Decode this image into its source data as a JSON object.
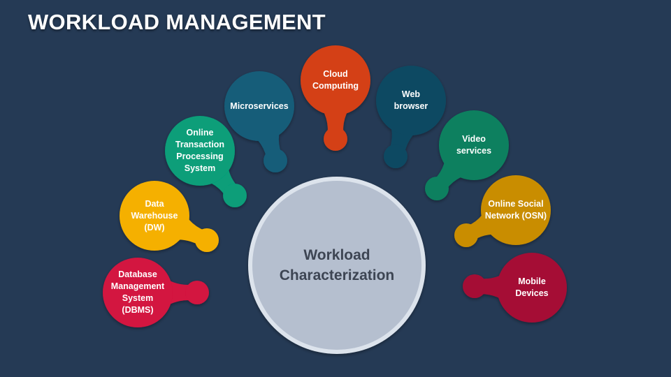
{
  "title": "WORKLOAD MANAGEMENT",
  "center": {
    "label": "Workload\nCharacterization",
    "color": "#b5bfcf",
    "ring": "#dce3ec"
  },
  "nodes": [
    {
      "label": "Database\nManagement\nSystem\n(DBMS)",
      "color": "#d3123f"
    },
    {
      "label": "Data\nWarehouse\n(DW)",
      "color": "#f5b000"
    },
    {
      "label": "Online\nTransaction\nProcessing\nSystem",
      "color": "#079e79"
    },
    {
      "label": "Microservices",
      "color": "#145d79"
    },
    {
      "label": "Cloud\nComputing",
      "color": "#d44016"
    },
    {
      "label": "Web\nbrowser",
      "color": "#114862"
    },
    {
      "label": "Video\nservices",
      "color": "#09805f"
    },
    {
      "label": "Online Social\nNetwork (OSN)",
      "color": "#c98d06"
    },
    {
      "label": "Mobile\nDevices",
      "color": "#a50e35"
    }
  ]
}
